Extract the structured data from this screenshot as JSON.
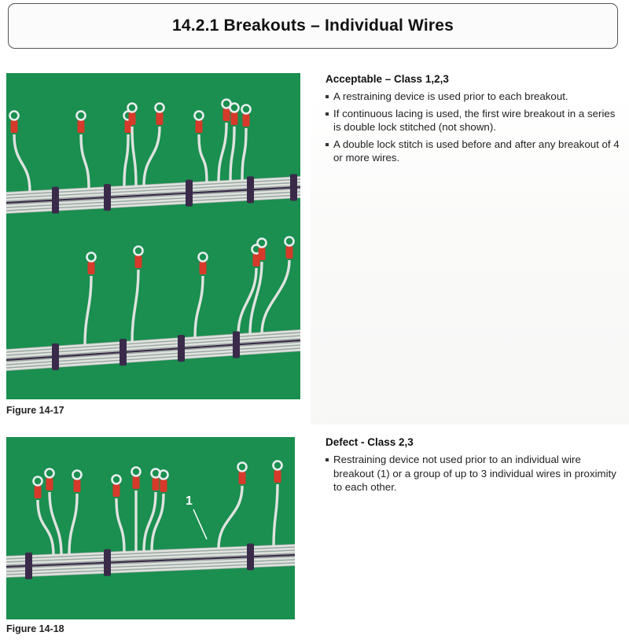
{
  "title": "14.2.1  Breakouts – Individual Wires",
  "figures": {
    "fig1_caption": "Figure 14-17",
    "fig2_caption": "Figure 14-18",
    "fig2_callout": "1"
  },
  "acceptable": {
    "heading": "Acceptable – Class 1,2,3",
    "bullets": [
      "A restraining device is used prior to each breakout.",
      "If continuous lacing is used, the first wire breakout in a series is double lock stitched (not shown).",
      "A double lock stitch is used before and after any breakout of 4 or more wires."
    ]
  },
  "defect": {
    "heading": "Defect - Class 2,3",
    "bullets": [
      "Restraining device not used prior to an individual wire breakout (1) or a group of up to 3 individual wires in proximity to each other."
    ]
  },
  "colors": {
    "photo_green": "#1a8f4f",
    "wire": "#dfe3e0",
    "lacing": "#3a2a4a",
    "terminal_red": "#d63a2a"
  }
}
